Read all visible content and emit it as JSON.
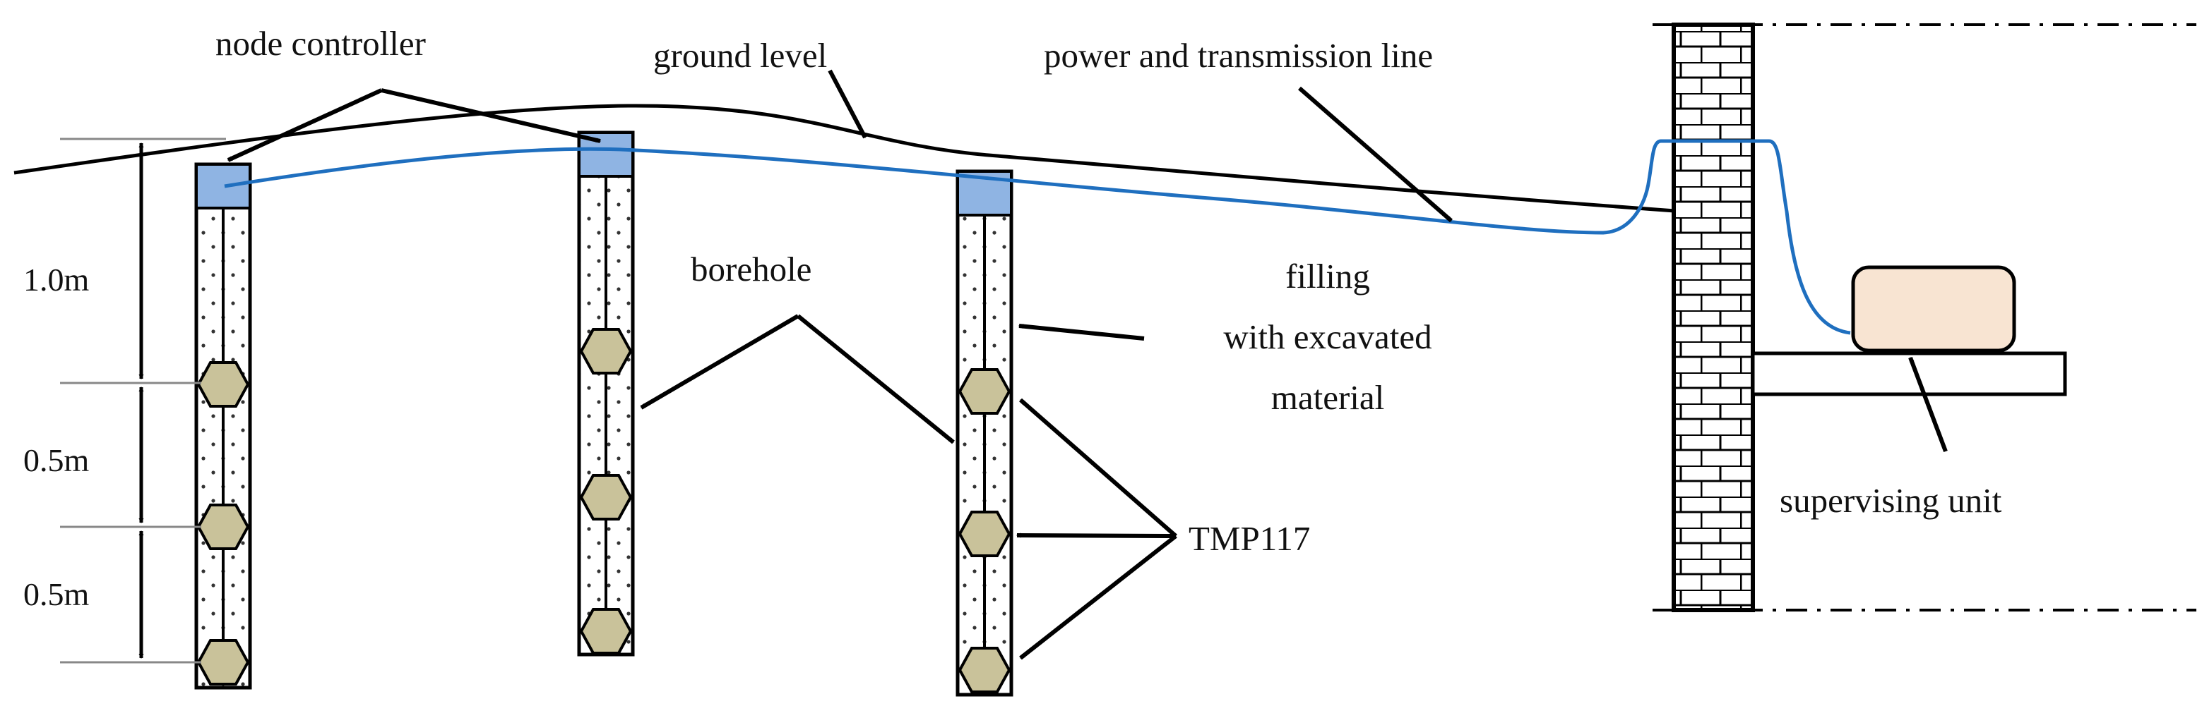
{
  "labels": {
    "node_controller": "node controller",
    "ground_level": "ground level",
    "power_line": "power and transmission line",
    "borehole": "borehole",
    "filling_1": "filling",
    "filling_2": "with excavated",
    "filling_3": "material",
    "sensor": "TMP117",
    "supervising_unit": "supervising unit"
  },
  "dimensions": {
    "d1": "1.0m",
    "d2": "0.5m",
    "d3": "0.5m"
  },
  "colors": {
    "cable": "#1f6fbf",
    "controller_fill": "#8fb4e3",
    "sensor_fill": "#c9c29a",
    "supervisor_fill": "#f8e4d2",
    "stroke": "#000000",
    "guide": "#888888"
  },
  "icons": {
    "sensor": "hexagon-sensor-icon",
    "controller": "node-controller-box-icon",
    "wall": "brick-wall-icon"
  }
}
